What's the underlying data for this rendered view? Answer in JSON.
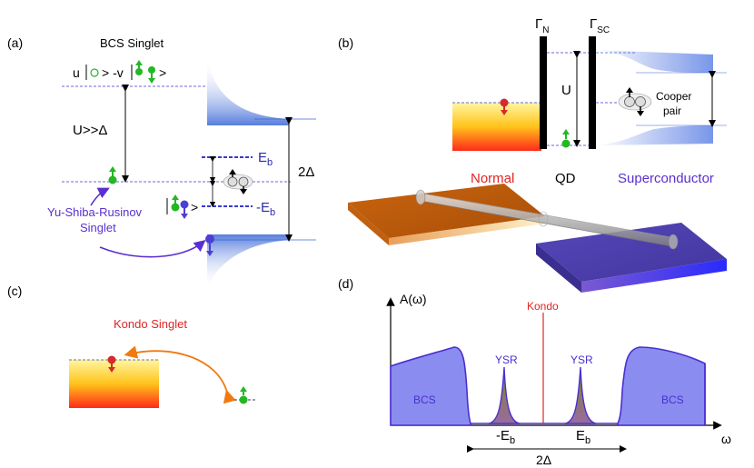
{
  "panels": {
    "a": {
      "tag": "(a)",
      "title": "BCS Singlet",
      "bcs_state": {
        "u": "u",
        "ket_mid": "> -v",
        "ket_end": ">"
      },
      "u_gap": "U>>Δ",
      "two_delta": "2Δ",
      "eb_plus": "E",
      "eb_minus": "-E",
      "eb_sub": "b",
      "ysr_line1": "Yu-Shiba-Rusinov",
      "ysr_line2": "Singlet",
      "ysr_ket": ">"
    },
    "b": {
      "tag": "(b)",
      "gamma": "Γ",
      "gamma_n_sub": "N",
      "gamma_sc_sub": "SC",
      "u_label": "U",
      "cooper_line1": "Cooper",
      "cooper_line2": "pair",
      "normal": "Normal",
      "qd": "QD",
      "superconductor": "Superconductor"
    },
    "c": {
      "tag": "(c)",
      "title": "Kondo Singlet"
    },
    "d": {
      "tag": "(d)",
      "ylabel": "A(ω)",
      "xlabel": "ω",
      "kondo": "Kondo",
      "ysr_left": "YSR",
      "ysr_right": "YSR",
      "bcs_left": "BCS",
      "bcs_right": "BCS",
      "neg_eb": "-E",
      "pos_eb": "E",
      "eb_sub": "b",
      "two_delta": "2Δ"
    }
  },
  "colors": {
    "gap_blue": "#3a66d6",
    "violet": "#5a2fd0",
    "kondo_red": "#e02424",
    "spin_green": "#22b822",
    "spin_red": "#d42a2a",
    "spin_blue": "#4b3fd6",
    "bcs_fill": "#8a8cf0",
    "ysr_fill": "#6b8a2e",
    "normal_orange": "#b85a0a",
    "sc_purple": "#4a3fb5"
  }
}
